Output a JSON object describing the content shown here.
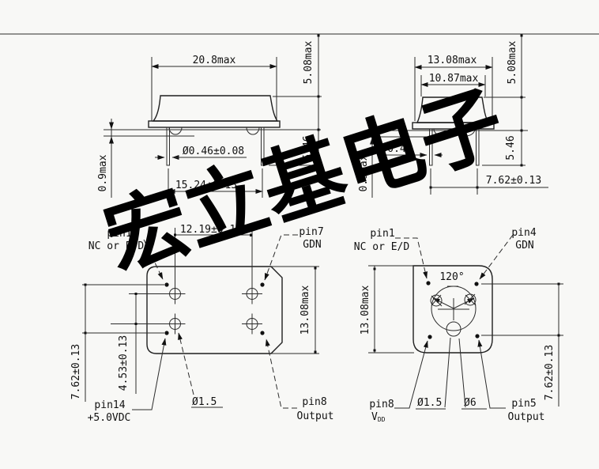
{
  "watermark": {
    "text": "宏立基电子"
  },
  "colors": {
    "line": "#2b2b2b",
    "background": "#f8f8f6",
    "watermark": "#000000"
  },
  "fig_side_full": {
    "body_width": "20.8max",
    "body_height": "5.08max",
    "pin_length": "5.46",
    "standoff_height": "0.9max",
    "pin_diameter": "Ø0.46±0.08",
    "pin_spacing": "15.24±0.13"
  },
  "fig_side_half": {
    "base_width": "13.08max",
    "lid_width": "10.87max",
    "body_height": "5.08max",
    "pin_length": "5.46",
    "standoff_height": "0.9max",
    "pin_diameter": "Ø0.46",
    "pin_spacing": "7.62±0.13"
  },
  "fig_bottom_full": {
    "pin_column_spacing": "12.19±0.13",
    "body_width": "13.08max",
    "pin_row_spacing": "7.62±0.13",
    "standoff_spacing": "4.53±0.13",
    "standoff_diameter": "Ø1.5",
    "pin1": {
      "id": "pin1",
      "fn": "NC or E/D"
    },
    "pin7": {
      "id": "pin7",
      "fn": "GDN"
    },
    "pin14": {
      "id": "pin14",
      "fn": "+5.0VDC"
    },
    "pin8": {
      "id": "pin8",
      "fn": "Output"
    }
  },
  "fig_bottom_half": {
    "lead_angle": "120°",
    "body_width": "13.08max",
    "pin_row_spacing": "7.62±0.13",
    "standoff_diameter": "Ø1.5",
    "can_diameter": "Ø6",
    "pin1": {
      "id": "pin1",
      "fn": "NC or E/D"
    },
    "pin4": {
      "id": "pin4",
      "fn": "GDN"
    },
    "pin8": {
      "id": "pin8",
      "fn_main": "V",
      "fn_sub": "DD"
    },
    "pin5": {
      "id": "pin5",
      "fn": "Output"
    }
  }
}
